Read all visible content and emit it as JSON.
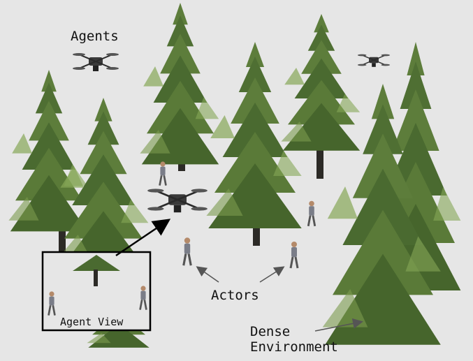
{
  "labels": {
    "agents": "Agents",
    "actors": "Actors",
    "agent_view": "Agent View",
    "dense_line1": "Dense",
    "dense_line2": "Environment"
  },
  "colors": {
    "ground": "#e6e6e6",
    "foliage_dark": "#3f5a2b",
    "foliage_mid": "#5d7d3b",
    "foliage_light": "#86a657",
    "trunk": "#2c2a26",
    "drone_body": "#3a3a3a",
    "arrow": "#555555"
  },
  "icons": [
    "tree-icon",
    "drone-icon",
    "person-icon",
    "arrow-icon"
  ]
}
